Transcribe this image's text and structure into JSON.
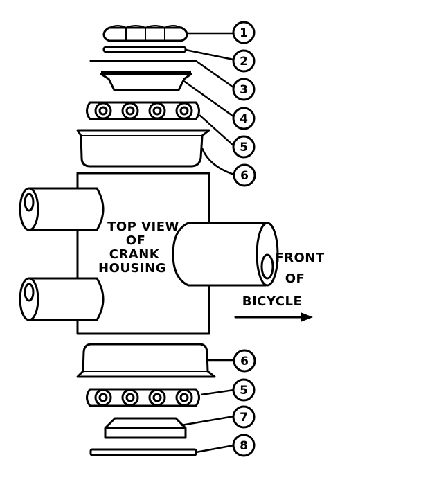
{
  "housing_label": [
    "TOP VIEW",
    "OF",
    "CRANK",
    "HOUSING"
  ],
  "front_label": [
    "FRONT",
    "OF",
    "BICYCLE"
  ],
  "callouts": {
    "c1": "1",
    "c2": "2",
    "c3": "3",
    "c4": "4",
    "c5a": "5",
    "c6a": "6",
    "c6b": "6",
    "c5b": "5",
    "c7": "7",
    "c8": "8"
  }
}
